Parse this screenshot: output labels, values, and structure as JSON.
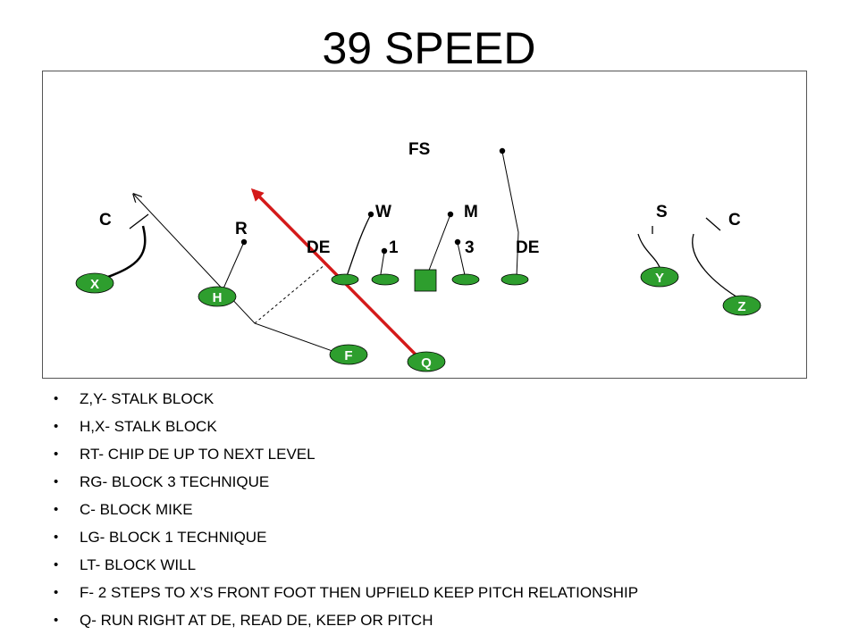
{
  "title": "39 SPEED",
  "defense": {
    "fs": "FS",
    "w": "W",
    "m": "M",
    "s": "S",
    "c_left": "C",
    "c_right": "C",
    "r": "R",
    "de_left": "DE",
    "tech1": "1",
    "tech3": "3",
    "de_right": "DE"
  },
  "offense": {
    "x": "X",
    "h": "H",
    "y": "Y",
    "z": "Z",
    "f": "F",
    "q": "Q"
  },
  "colors": {
    "lineman": "#2e9e2e",
    "qb_path": "#d41a1a"
  },
  "notes": [
    "Z,Y- STALK BLOCK",
    "H,X- STALK BLOCK",
    "RT- CHIP DE UP TO NEXT LEVEL",
    "RG- BLOCK 3 TECHNIQUE",
    "C- BLOCK MIKE",
    "LG- BLOCK 1 TECHNIQUE",
    "LT- BLOCK WILL",
    "F- 2 STEPS TO X’S FRONT FOOT THEN UPFIELD KEEP PITCH RELATIONSHIP",
    "Q- RUN RIGHT AT DE, READ DE, KEEP OR PITCH"
  ]
}
